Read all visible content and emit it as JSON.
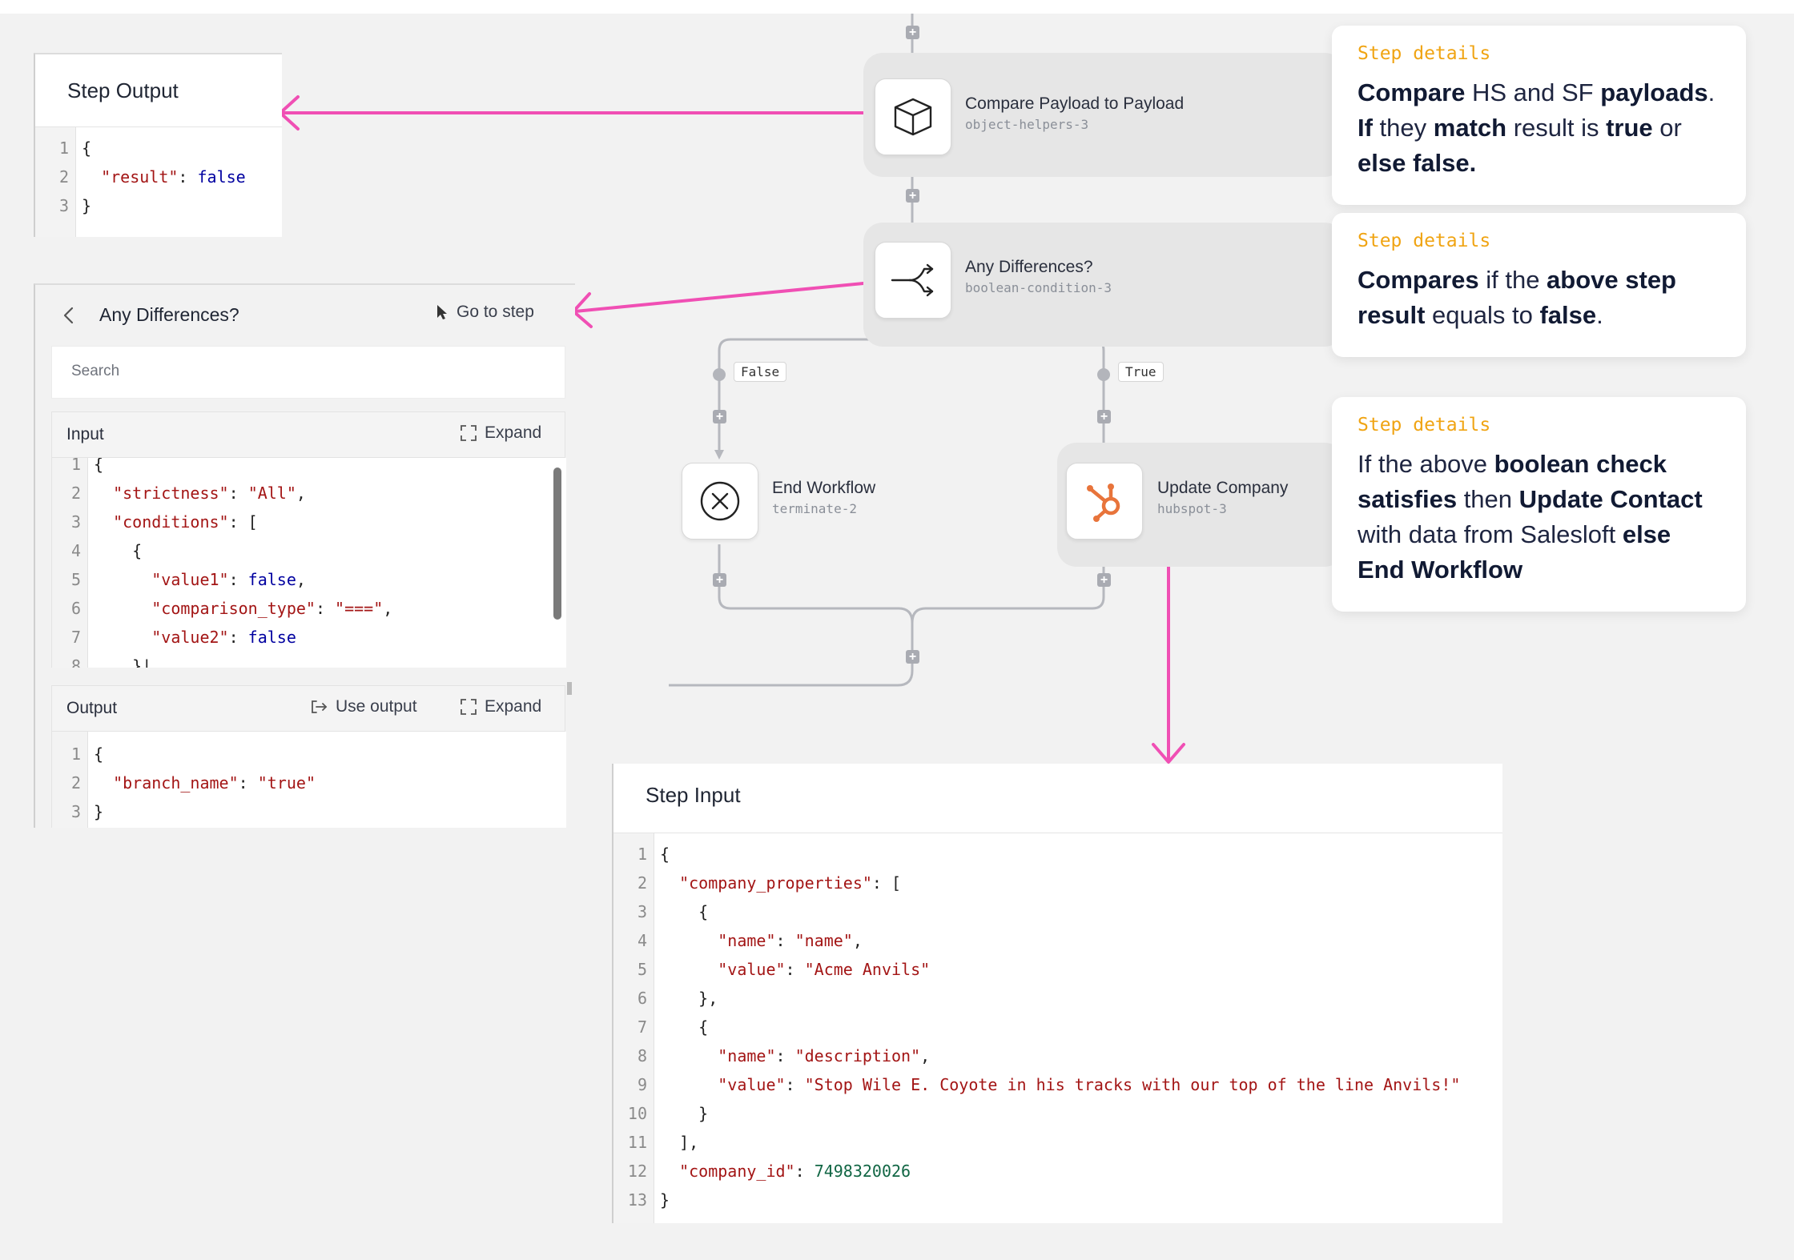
{
  "flow": {
    "node_compare": {
      "title": "Compare Payload to Payload",
      "id": "object-helpers-3",
      "icon": "cube-icon"
    },
    "node_condition": {
      "title": "Any Differences?",
      "id": "boolean-condition-3",
      "icon": "branch-icon"
    },
    "branch_false": "False",
    "branch_true": "True",
    "node_end": {
      "title": "End Workflow",
      "id": "terminate-2",
      "icon": "close-circle-icon"
    },
    "node_update": {
      "title": "Update Company",
      "id": "hubspot-3",
      "icon": "hubspot-icon"
    }
  },
  "annotations": [
    {
      "label": "Step details"
    },
    {
      "label": "Step details"
    },
    {
      "label": "Step details"
    }
  ],
  "step_output": {
    "title": "Step Output",
    "line_numbers": [
      "1",
      "2",
      "3"
    ]
  },
  "detail_panel": {
    "title": "Any Differences?",
    "go_to_step": "Go to step",
    "search_placeholder": "Search",
    "input_label": "Input",
    "expand_label": "Expand",
    "input_line_numbers": [
      "1",
      "2",
      "3",
      "4",
      "5",
      "6",
      "7",
      "8"
    ],
    "output_label": "Output",
    "use_output_label": "Use output",
    "output_line_numbers": [
      "1",
      "2",
      "3"
    ]
  },
  "step_input": {
    "title": "Step Input",
    "line_numbers": [
      "1",
      "2",
      "3",
      "4",
      "5",
      "6",
      "7",
      "8",
      "9",
      "10",
      "11",
      "12",
      "13"
    ]
  },
  "colors": {
    "arrow": "#f04fb4",
    "label": "#f0a413",
    "hubspot": "#e8743b"
  }
}
